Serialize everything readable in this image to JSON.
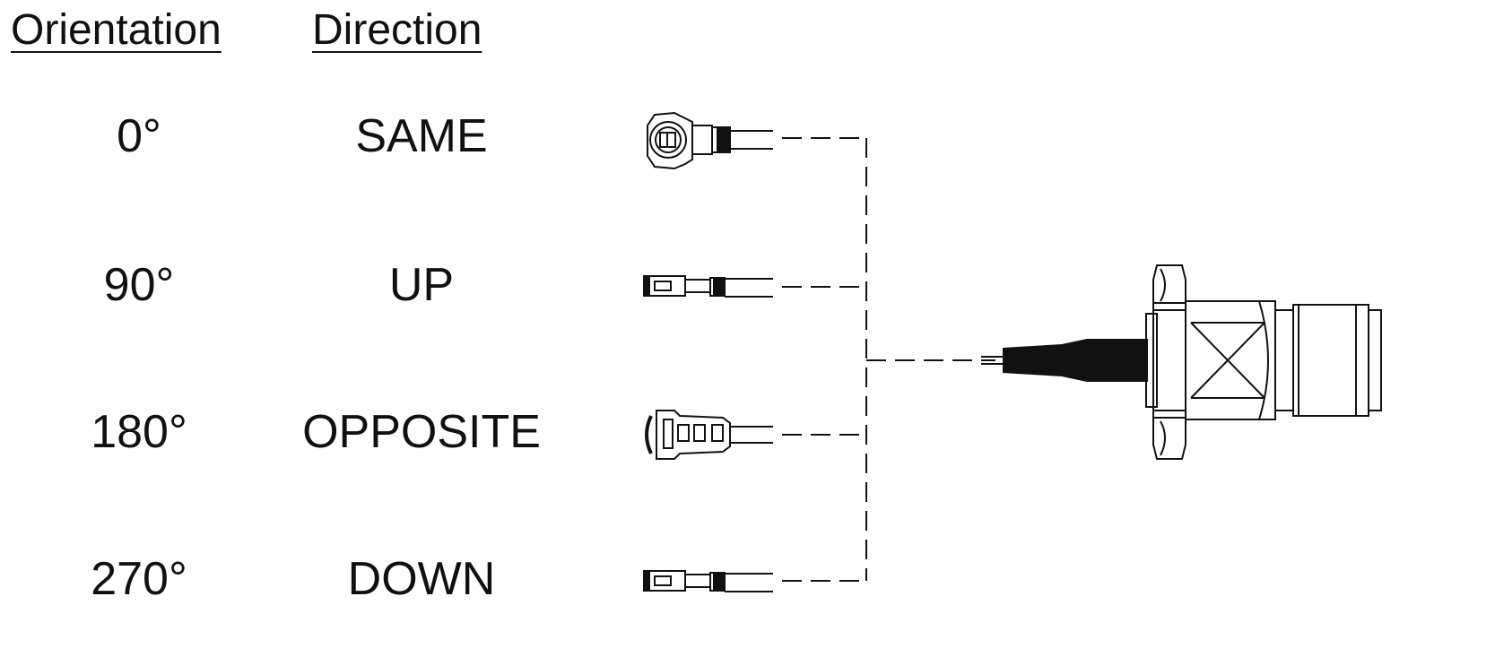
{
  "headers": {
    "orientation": "Orientation",
    "direction": "Direction"
  },
  "rows": [
    {
      "orientation": "0°",
      "direction": "SAME"
    },
    {
      "orientation": "90°",
      "direction": "UP"
    },
    {
      "orientation": "180°",
      "direction": "OPPOSITE"
    },
    {
      "orientation": "270°",
      "direction": "DOWN"
    }
  ],
  "colors": {
    "line": "#111111",
    "background": "#ffffff"
  }
}
